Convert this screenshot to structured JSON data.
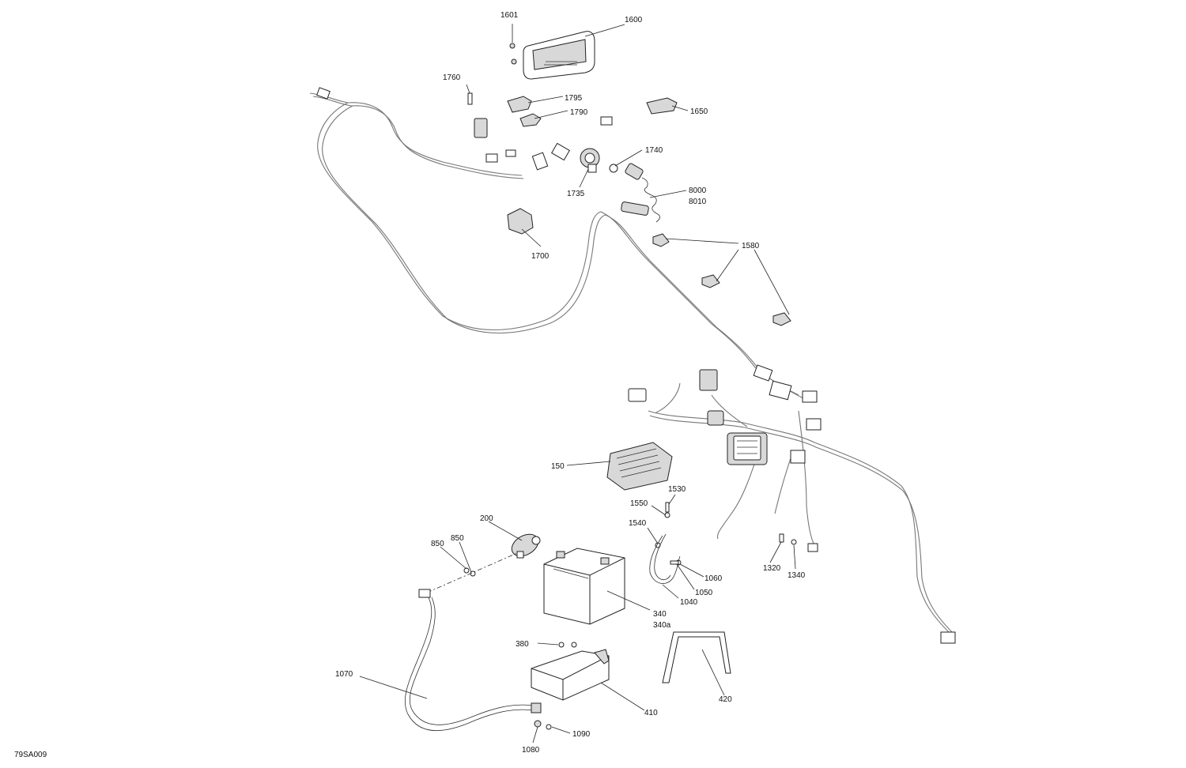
{
  "diagram": {
    "figure_code": "79SA009",
    "callouts": [
      {
        "id": "c1601",
        "text": "1601"
      },
      {
        "id": "c1600",
        "text": "1600"
      },
      {
        "id": "c1760",
        "text": "1760"
      },
      {
        "id": "c1795",
        "text": "1795"
      },
      {
        "id": "c1790",
        "text": "1790"
      },
      {
        "id": "c1650",
        "text": "1650"
      },
      {
        "id": "c1740",
        "text": "1740"
      },
      {
        "id": "c1735",
        "text": "1735"
      },
      {
        "id": "c8000",
        "text": "8000"
      },
      {
        "id": "c8010",
        "text": "8010"
      },
      {
        "id": "c1580",
        "text": "1580"
      },
      {
        "id": "c1700",
        "text": "1700"
      },
      {
        "id": "c150",
        "text": "150"
      },
      {
        "id": "c1530",
        "text": "1530"
      },
      {
        "id": "c1550",
        "text": "1550"
      },
      {
        "id": "c1540",
        "text": "1540"
      },
      {
        "id": "c200",
        "text": "200"
      },
      {
        "id": "c850a",
        "text": "850"
      },
      {
        "id": "c850b",
        "text": "850"
      },
      {
        "id": "c1060",
        "text": "1060"
      },
      {
        "id": "c1050",
        "text": "1050"
      },
      {
        "id": "c1040",
        "text": "1040"
      },
      {
        "id": "c1320",
        "text": "1320"
      },
      {
        "id": "c1340",
        "text": "1340"
      },
      {
        "id": "c340",
        "text": "340"
      },
      {
        "id": "c340a",
        "text": "340a"
      },
      {
        "id": "c380",
        "text": "380"
      },
      {
        "id": "c1070",
        "text": "1070"
      },
      {
        "id": "c410",
        "text": "410"
      },
      {
        "id": "c420",
        "text": "420"
      },
      {
        "id": "c1090",
        "text": "1090"
      },
      {
        "id": "c1080",
        "text": "1080"
      }
    ]
  }
}
